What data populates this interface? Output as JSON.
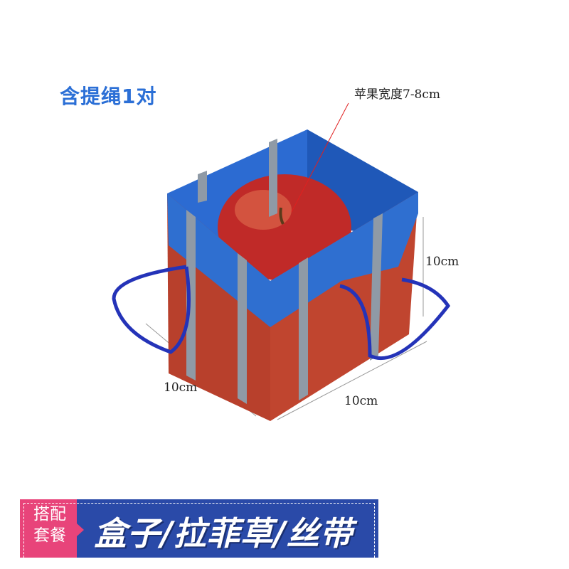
{
  "header": {
    "title": "含提绳1对"
  },
  "annotations": {
    "apple_width": "苹果宽度7-8cm",
    "height": "10cm",
    "depth": "10cm",
    "width": "10cm"
  },
  "banner": {
    "combo_line1": "搭配",
    "combo_line2": "套餐",
    "items": "盒子/拉菲草/丝带"
  },
  "colors": {
    "title": "#2b6fd6",
    "box_blue": "#2f6fd0",
    "box_red": "#b8402c",
    "banner_blue": "#2a4aa8",
    "banner_pink": "#e8447a"
  }
}
